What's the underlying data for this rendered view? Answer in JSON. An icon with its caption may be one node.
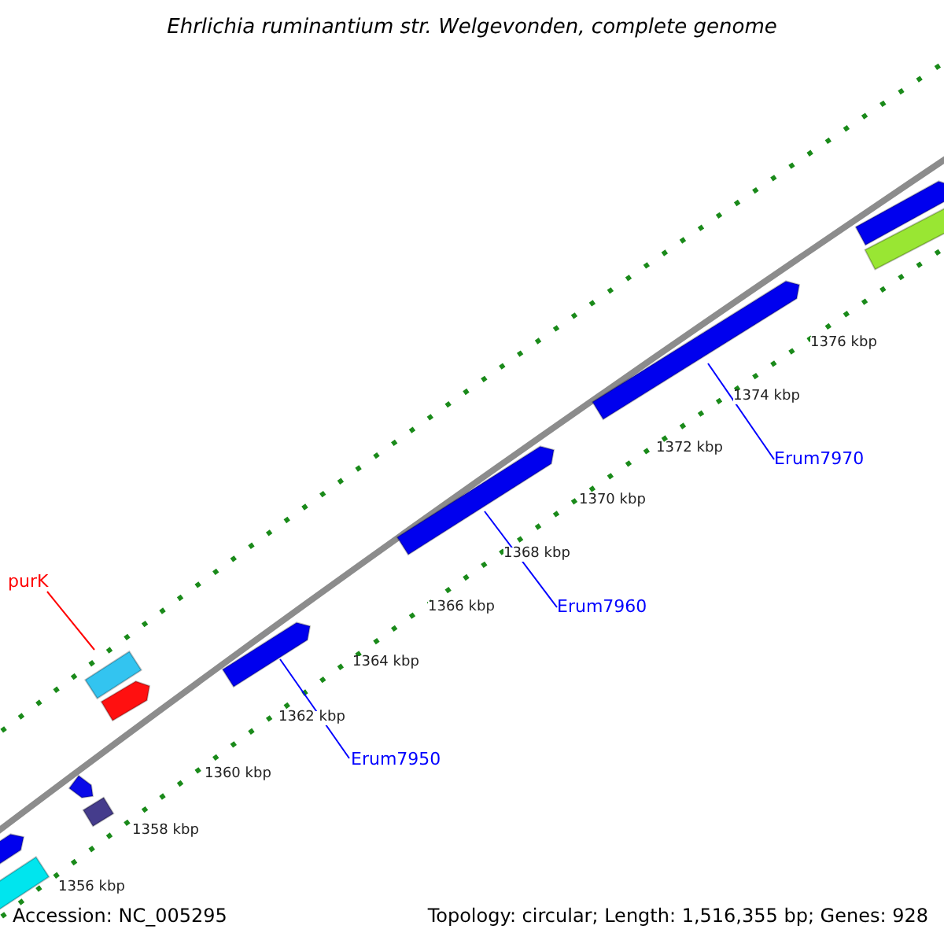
{
  "diagram": {
    "title": "Ehrlichia ruminantium str. Welgevonden, complete genome",
    "nodes": [
      {
        "text": [
          "purK"
        ]
      },
      {
        "text": [],
        "shape": "bar"
      },
      {
        "text": [
          "Erum7950"
        ]
      },
      {
        "text": [],
        "shape": "arrow"
      },
      {
        "text": [
          "Erum7960"
        ]
      },
      {
        "text": [],
        "shape": "arrow"
      },
      {
        "text": [
          "Erum7970"
        ]
      },
      {
        "text": [],
        "shape": "arrow"
      },
      {
        "text": [],
        "shape": "arrow"
      },
      {
        "text": [],
        "shape": "bar"
      },
      {
        "text": [],
        "shape": "arrow"
      },
      {
        "text": [],
        "shape": "bar"
      },
      {
        "text": [],
        "shape": "arrow"
      },
      {
        "text": [],
        "shape": "arrow"
      },
      {
        "text": [],
        "shape": "bar"
      }
    ],
    "edges": [
      {
        "from": 0,
        "to": 1,
        "arrow": "none",
        "color": "#ff0000"
      },
      {
        "from": 2,
        "to": 3,
        "arrow": "none"
      },
      {
        "from": 4,
        "to": 5,
        "arrow": "none"
      },
      {
        "from": 6,
        "to": 7,
        "arrow": "none"
      }
    ],
    "labels": [
      "1356 kbp",
      "1358 kbp",
      "1360 kbp",
      "1362 kbp",
      "1364 kbp",
      "1366 kbp",
      "1368 kbp",
      "1370 kbp",
      "1372 kbp",
      "1374 kbp",
      "1376 kbp",
      "Accession: NC_005295",
      "Topology: circular; Length: 1,516,355 bp; Genes: 928"
    ]
  }
}
